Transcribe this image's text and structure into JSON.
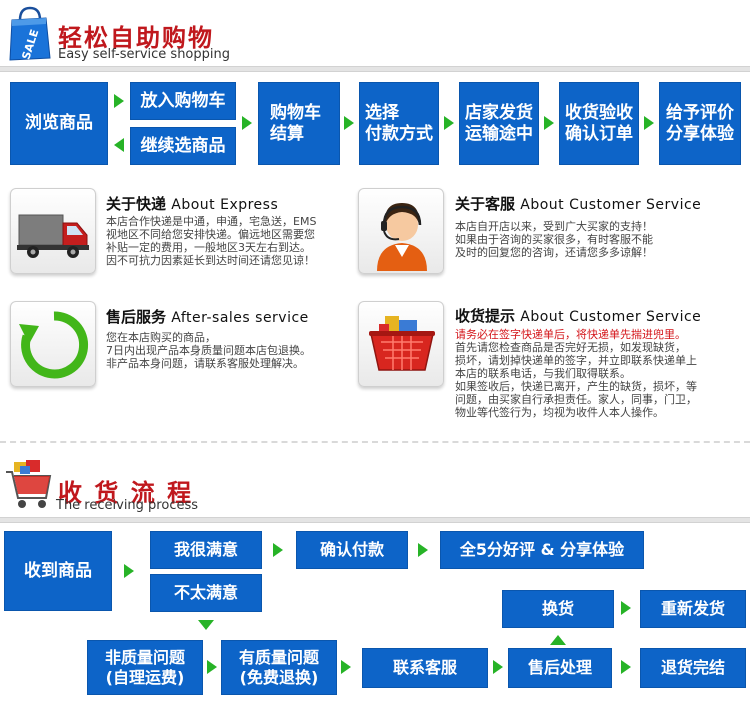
{
  "header1": {
    "title": "轻松自助购物",
    "subtitle": "Easy self-service shopping",
    "icon_text": "SALE"
  },
  "flow1": {
    "browse": "浏览商品",
    "add_cart": "放入购物车",
    "continue": "继续选商品",
    "checkout": [
      "购物车",
      "结算"
    ],
    "payment": [
      "选择",
      "付款方式"
    ],
    "ship": [
      "店家发货",
      "运输途中"
    ],
    "confirm": [
      "收货验收",
      "确认订单"
    ],
    "review": [
      "给予评价",
      "分享体验"
    ]
  },
  "info": {
    "express": {
      "title": "关于快递",
      "title_en": "About Express",
      "lines": [
        "本店合作快递是中通，申通，宅急送，EMS",
        "视地区不同给您安排快递。偏远地区需要您",
        "补贴一定的费用，一般地区3天左右到达。",
        "因不可抗力因素延长到达时间还请您见谅！"
      ]
    },
    "service": {
      "title": "关于客服",
      "title_en": "About Customer Service",
      "lines": [
        "本店自开店以来，受到广大买家的支持！",
        "如果由于咨询的买家很多，有时客服不能",
        "及时的回复您的咨询，还请您多多谅解！"
      ]
    },
    "aftersales": {
      "title": "售后服务",
      "title_en": "After-sales service",
      "lines": [
        "您在本店购买的商品，",
        "7日内出现产品本身质量问题本店包退换。",
        "非产品本身问题，请联系客服处理解决。"
      ]
    },
    "receipt": {
      "title": "收货提示",
      "title_en": "About Customer Service",
      "warning": "请务必在签字快递单后，将快递单先揣进兜里。",
      "lines": [
        "首先请您检查商品是否完好无损，如发现缺货，",
        "损坏，请划掉快递单的签字，并立即联系快递单上",
        "本店的联系电话，与我们取得联系。",
        "如果签收后，快递已离开，产生的缺货，损坏，等",
        "问题，由买家自行承担责任。家人，同事，门卫，",
        "物业等代签行为，均视为收件人本人操作。"
      ]
    }
  },
  "header2": {
    "title": "收 货 流 程",
    "subtitle": "The receiving process"
  },
  "flow2": {
    "received": "收到商品",
    "satisfied": "我很满意",
    "not_satisfied": "不太满意",
    "confirm_pay": "确认付款",
    "five_star": "全5分好评 & 分享体验",
    "exchange": "换货",
    "reship": "重新发货",
    "non_quality": [
      "非质量问题",
      "(自理运费)"
    ],
    "quality": [
      "有质量问题",
      "(免费退换)"
    ],
    "contact": "联系客服",
    "after_sale": "售后处理",
    "refund": "退货完结"
  },
  "colors": {
    "blue": "#0d64c8",
    "green": "#27b327",
    "red": "#c0181d"
  }
}
